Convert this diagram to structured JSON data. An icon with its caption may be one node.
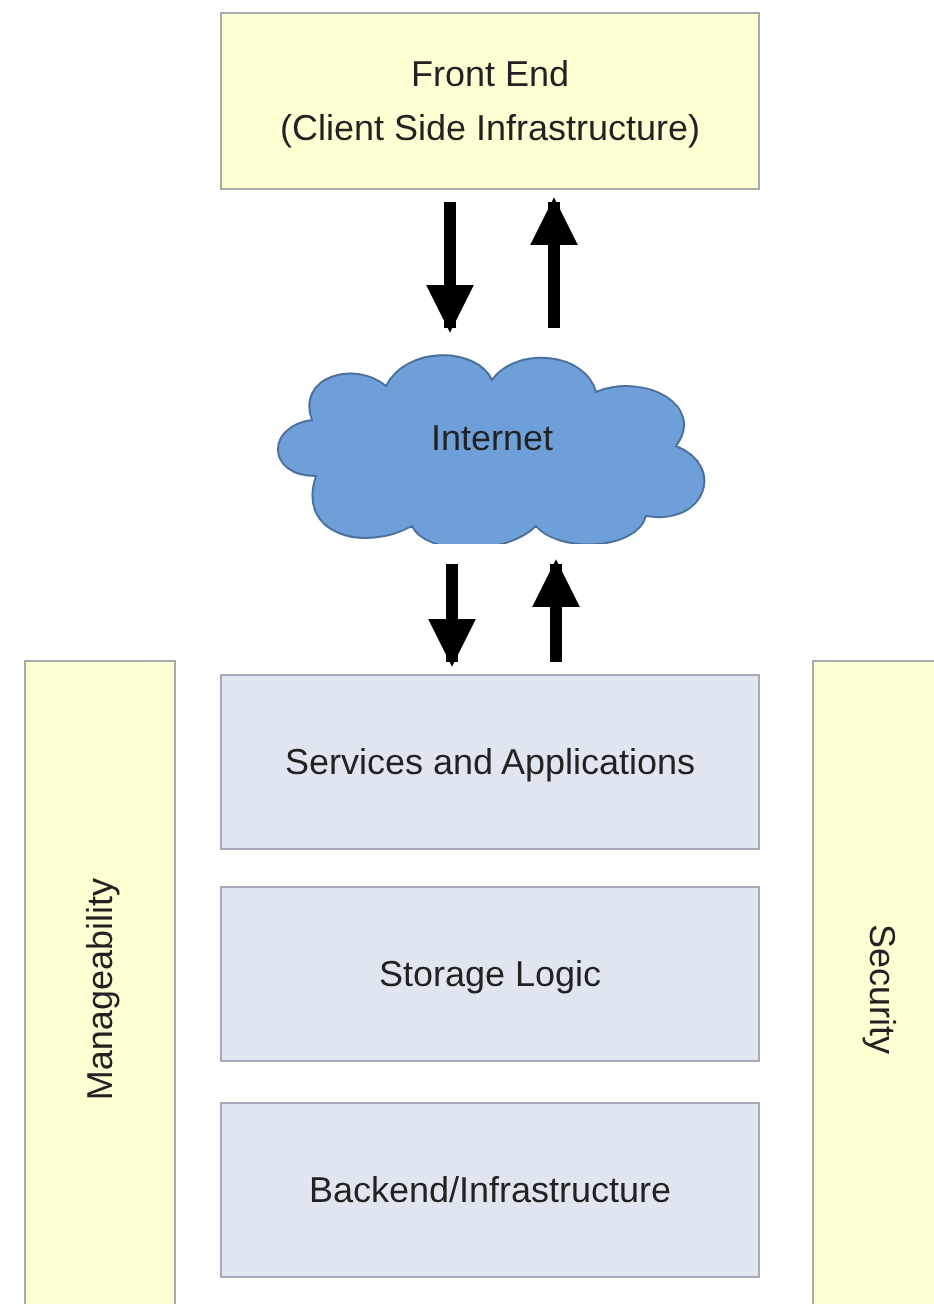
{
  "diagram": {
    "nodes": [
      {
        "text": [
          "Front End",
          "(Client Side Infrastructure)"
        ]
      },
      {
        "text": [
          "Internet"
        ]
      },
      {
        "text": [
          "Manageability"
        ]
      },
      {
        "text": [
          "Services and Applications"
        ]
      },
      {
        "text": [
          "Storage Logic"
        ]
      },
      {
        "text": [
          "Backend/Infrastructure"
        ]
      },
      {
        "text": [
          "Security"
        ]
      }
    ],
    "edges": [
      {
        "from": 0,
        "to": 1,
        "arrow": "to"
      },
      {
        "from": 1,
        "to": 0,
        "arrow": "to"
      },
      {
        "from": 1,
        "to": 3,
        "arrow": "to"
      },
      {
        "from": 3,
        "to": 1,
        "arrow": "to"
      }
    ]
  }
}
